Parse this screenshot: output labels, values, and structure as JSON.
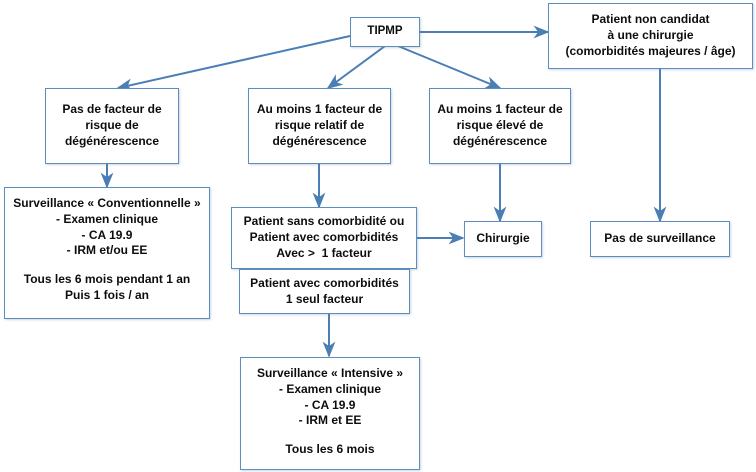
{
  "diagram": {
    "title": "TIPMP surveillance decision flowchart",
    "accent_color": "#5B8DC0",
    "arrow_color": "#4A7EB5",
    "background": "#ffffff",
    "nodes": {
      "root": {
        "label": "TIPMP"
      },
      "non_candidate": {
        "line1": "Patient non candidat",
        "line2": "à une chirurgie",
        "line3": "(comorbidités majeures / âge)"
      },
      "no_risk": {
        "line1": "Pas de facteur de",
        "line2": "risque de",
        "line3": "dégénérescence"
      },
      "relative_risk": {
        "line1": "Au moins 1 facteur de",
        "line2": "risque relatif de",
        "line3": "dégénérescence"
      },
      "high_risk": {
        "line1": "Au moins 1 facteur de",
        "line2": "risque élevé de",
        "line3": "dégénérescence"
      },
      "conventional": {
        "title": "Surveillance « Conventionnelle »",
        "item1": "-      Examen clinique",
        "item2": "-      CA 19.9",
        "item3": "-      IRM et/ou EE",
        "foot1": "Tous les 6 mois pendant 1 an",
        "foot2": "Puis 1 fois / an"
      },
      "no_comorbidity": {
        "line1": "Patient sans comorbidité ou",
        "line2": "Patient avec comorbidités",
        "line3": "Avec >  1 facteur"
      },
      "with_comorbidity": {
        "line1": "Patient avec comorbidités",
        "line2": "1 seul facteur"
      },
      "surgery": {
        "label": "Chirurgie"
      },
      "no_surveillance": {
        "label": "Pas de surveillance"
      },
      "intensive": {
        "title": "Surveillance « Intensive »",
        "item1": "-      Examen clinique",
        "item2": "-      CA 19.9",
        "item3": "-      IRM et EE",
        "foot1": "Tous les 6 mois"
      }
    }
  }
}
